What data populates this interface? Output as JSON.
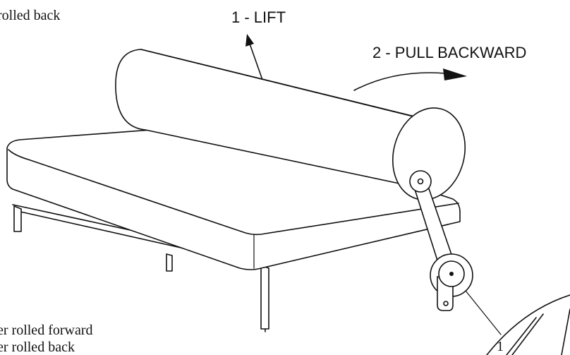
{
  "labels": {
    "top_left_caption": "rolled back",
    "step_lift": "1 - LIFT",
    "step_pull": "2 - PULL BACKWARD",
    "caption_forward": "er rolled forward",
    "caption_back": "er rolled back",
    "detail_marker": "1"
  },
  "icons": [
    "lift-arrow-icon",
    "pull-backward-arrow-icon"
  ],
  "colors": {
    "line": "#111111",
    "background": "#ffffff"
  }
}
